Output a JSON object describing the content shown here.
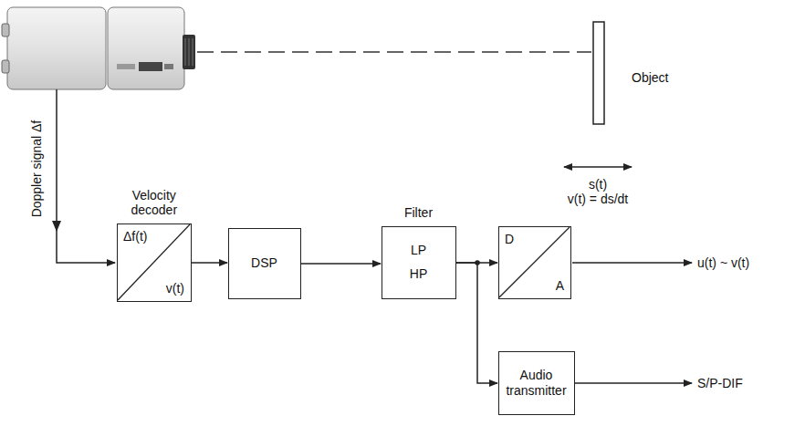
{
  "diagram": {
    "nodes": [
      {
        "text": [
          "Velocity decoder",
          "Δf(t)",
          "v(t)"
        ]
      },
      {
        "text": [
          "DSP"
        ]
      },
      {
        "text": [
          "Filter",
          "LP",
          "HP"
        ]
      },
      {
        "text": [
          "D",
          "A"
        ]
      },
      {
        "text": [
          "Audio transmitter"
        ]
      }
    ],
    "edges": [
      {
        "from": 0,
        "to": 1,
        "arrow": "to"
      },
      {
        "from": 1,
        "to": 2,
        "arrow": "to"
      },
      {
        "from": 2,
        "to": 3,
        "arrow": "to"
      },
      {
        "from": 2,
        "to": 4,
        "arrow": "to"
      }
    ],
    "labels": [
      "Doppler signal Δf",
      "Object",
      "s(t)",
      "v(t) = ds/dt",
      "u(t) ~ v(t)",
      "S/P-DIF"
    ]
  }
}
